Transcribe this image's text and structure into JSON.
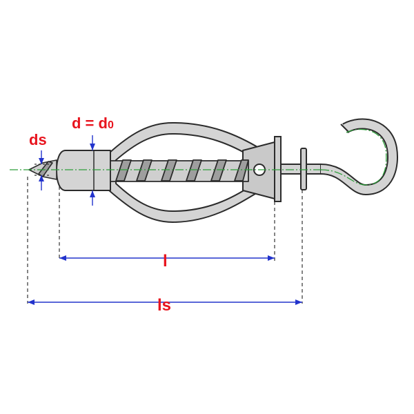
{
  "labels": {
    "ds": "ds",
    "d": "d = d",
    "d_sub": "0",
    "l": "l",
    "ls": "ls"
  },
  "colors": {
    "outline": "#2b2b2b",
    "metal_fill": "#d4d4d4",
    "metal_dark": "#b8b8b8",
    "axis": "#2e9e3a",
    "dimension": "#2233cc",
    "label": "#e8141e",
    "extension": "#333333"
  }
}
